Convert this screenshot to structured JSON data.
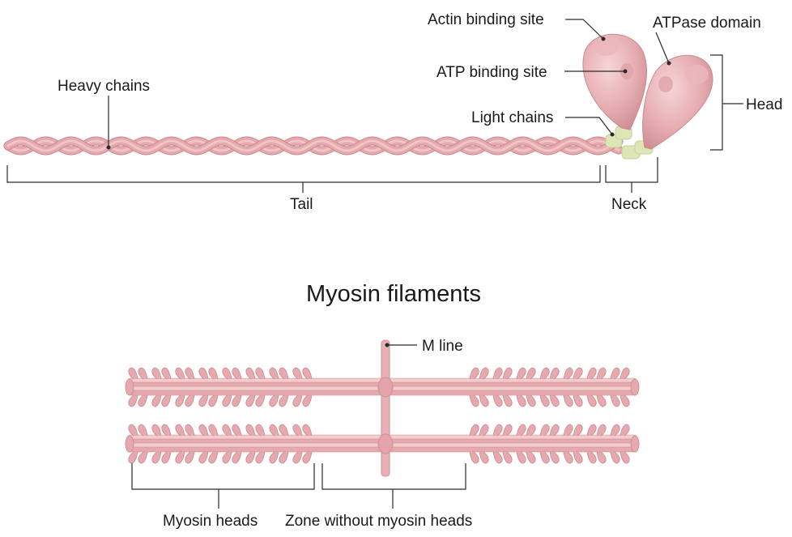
{
  "title": "Myosin filaments",
  "labels": {
    "actin_binding_site": "Actin binding site",
    "atpase_domain": "ATPase domain",
    "atp_binding_site": "ATP binding site",
    "heavy_chains": "Heavy chains",
    "light_chains": "Light chains",
    "head": "Head",
    "tail": "Tail",
    "neck": "Neck",
    "m_line": "M line",
    "myosin_heads": "Myosin heads",
    "zone_without_heads": "Zone without myosin heads"
  },
  "colors": {
    "myosin_pink": "#e6a9ad",
    "myosin_pink_light": "#f3ccce",
    "myosin_pink_dark": "#c98a8f",
    "light_chain_green": "#dfe6b6",
    "label_line": "#2a2a2a"
  }
}
